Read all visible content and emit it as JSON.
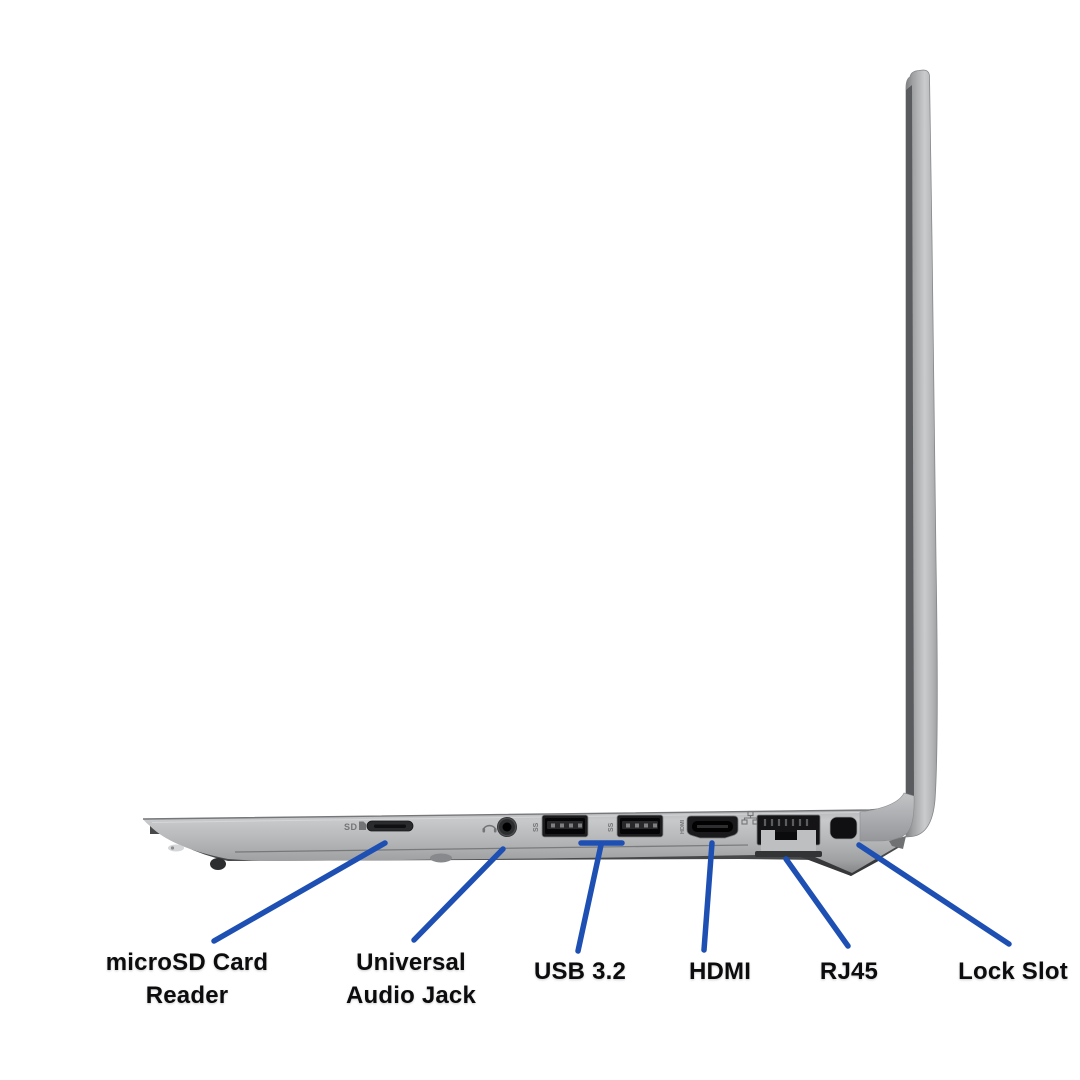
{
  "background": "#ffffff",
  "accent_line_color": "#1e4fb3",
  "device": {
    "name": "laptop left-side profile view",
    "port_markings": {
      "sd": "SD",
      "hdmi": "HDMI",
      "usb_ss": "SS"
    }
  },
  "callouts": [
    {
      "id": "microsd",
      "label": "microSD Card Reader"
    },
    {
      "id": "audio",
      "label": "Universal Audio Jack"
    },
    {
      "id": "usb",
      "label": "USB 3.2"
    },
    {
      "id": "hdmi",
      "label": "HDMI"
    },
    {
      "id": "rj45",
      "label": "RJ45"
    },
    {
      "id": "lock",
      "label": "Lock Slot"
    }
  ]
}
